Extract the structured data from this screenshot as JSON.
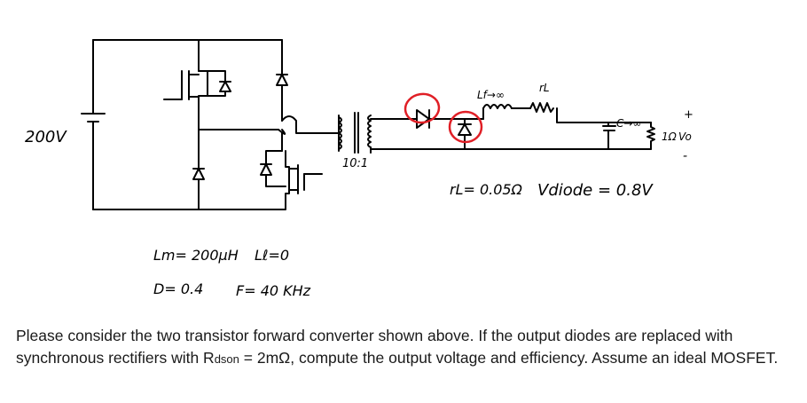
{
  "circuit": {
    "source_label": "200V",
    "turns_ratio": "10:1",
    "inductor_label": "Lf→∞",
    "rl_label": "rL",
    "cap_label": "C→∞",
    "load_label": "1Ω",
    "plus_sign": "+",
    "minus_sign": "-",
    "vo_label": "Vo",
    "rl_value": "rL= 0.05Ω",
    "vdiode_value": "Vdiode = 0.8V",
    "lm_value": "Lm= 200μH",
    "ll_value": "Lℓ=0",
    "duty_value": "D= 0.4",
    "freq_value": "F= 40 KHz",
    "circle_color": "#e01f26"
  },
  "question": {
    "part1": "Please consider the two transistor forward converter shown above. If the output diodes are replaced with synchronous rectifiers with R",
    "sub": "dson",
    "part2": " = 2mΩ, compute the output voltage and efficiency. Assume an ideal MOSFET."
  }
}
